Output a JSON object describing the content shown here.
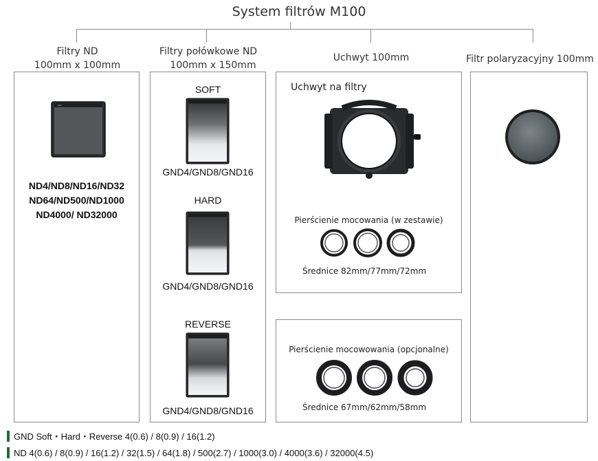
{
  "title": "System filtrów M100",
  "columns": {
    "nd": {
      "line1": "Filtry ND",
      "line2": "100mm x 100mm"
    },
    "gnd": {
      "line1": "Filtry połówkowe ND",
      "line2": "100mm x 150mm"
    },
    "holder": {
      "line1": "Uchwyt 100mm"
    },
    "polarizer": {
      "line1": "Filtr polaryzacyjny 100mm"
    }
  },
  "nd_panel": {
    "lines": [
      "ND4/ND8/ND16/ND32",
      "ND64/ND500/ND1000",
      "ND4000/ ND32000"
    ]
  },
  "gnd_panel": {
    "soft": {
      "title": "SOFT",
      "label": "GND4/GND8/GND16"
    },
    "hard": {
      "title": "HARD",
      "label": "GND4/GND8/GND16"
    },
    "reverse": {
      "title": "REVERSE",
      "label": "GND4/GND8/GND16"
    }
  },
  "holder_panel": {
    "title": "Uchwyt na filtry",
    "rings_included": "Pierścienie mocowania (w zestawie)",
    "diameters_included": "Średnice 82mm/77mm/72mm"
  },
  "optional_panel": {
    "rings_optional": "Pierścienie mocowowania (opcjonalne)",
    "diameters_optional": "Średnice 67mm/62mm/58mm"
  },
  "legend": {
    "gnd": "GND Soft・Hard・Reverse 4(0.6) / 8(0.9) / 16(1.2)",
    "nd": "ND 4(0.6) / 8(0.9) / 16(1.2) / 32(1.5) / 64(1.8) / 500(2.7) / 1000(3.0) / 4000(3.6) / 32000(4.5)"
  },
  "colors": {
    "accent": "#1f6b3a",
    "lines": "#8a8a8a"
  }
}
